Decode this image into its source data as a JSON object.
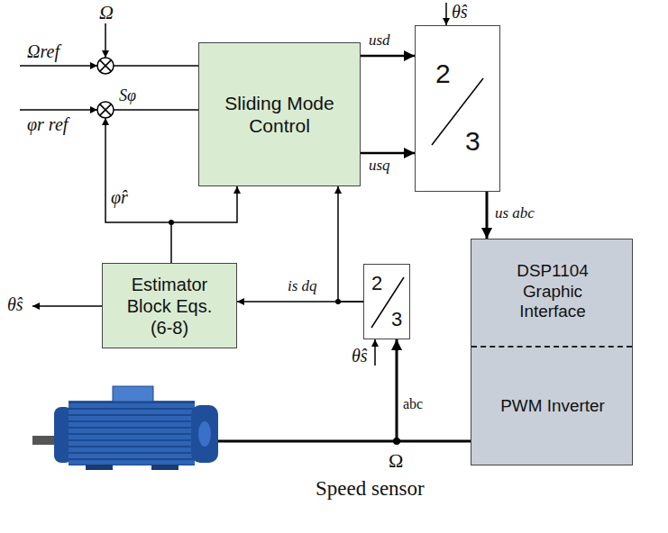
{
  "diagram": {
    "nodes": [
      {
        "text": [
          "Sliding Mode Control"
        ]
      },
      {
        "text": [
          "2",
          "3"
        ]
      },
      {
        "text": [
          "Estimator Block Eqs. (6-8)"
        ]
      },
      {
        "text": [
          "2",
          "3"
        ]
      },
      {
        "text": [
          "DSP1104 Graphic Interface",
          "PWM Inverter"
        ]
      }
    ],
    "edges": [
      {
        "from": 0,
        "to": 1,
        "arrow": "to",
        "label": "usd"
      },
      {
        "from": 0,
        "to": 1,
        "arrow": "to",
        "label": "usq"
      },
      {
        "from": 1,
        "to": 4,
        "arrow": "to",
        "label": "us abc"
      },
      {
        "from": 3,
        "to": 0,
        "arrow": "to"
      },
      {
        "from": 3,
        "to": 2,
        "arrow": "to",
        "label": "is dq"
      },
      {
        "from": 2,
        "to": 0,
        "arrow": "to"
      }
    ],
    "labels": [
      "Ω",
      "Ωref",
      "φr ref",
      "Sφ",
      "φ̂r",
      "θ̂s",
      "θ̂s",
      "θ̂s",
      "abc",
      "Ω",
      "Speed sensor"
    ]
  }
}
